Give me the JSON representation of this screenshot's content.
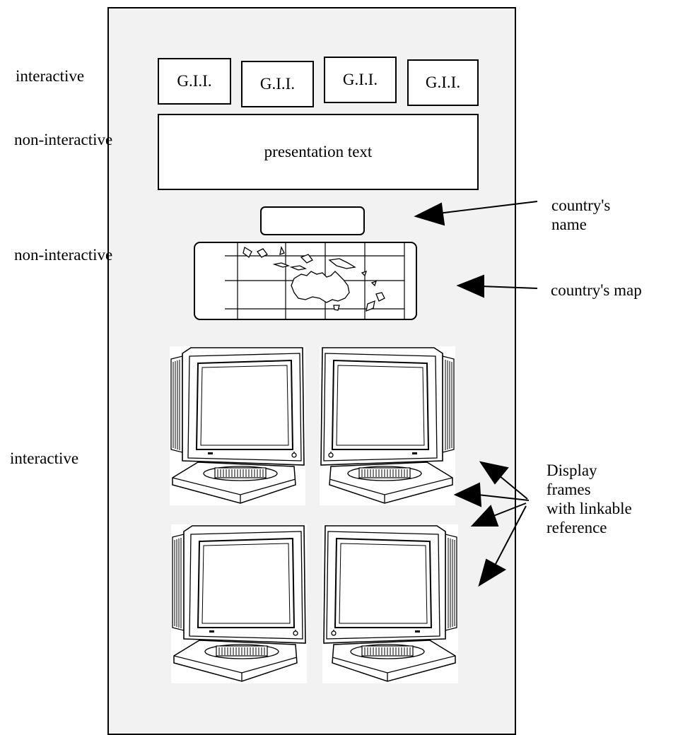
{
  "side_labels": {
    "top": "interactive",
    "presentation": "non-interactive",
    "map": "non-interactive",
    "monitors": "interactive"
  },
  "gii_buttons": [
    "G.I.I.",
    "G.I.I.",
    "G.I.I.",
    "G.I.I."
  ],
  "presentation_text": "presentation text",
  "annotations": {
    "name_line1": "country's",
    "name_line2": "name",
    "map": "country's map",
    "frames_line1": "Display",
    "frames_line2": "frames",
    "frames_line3": "with linkable",
    "frames_line4": "reference"
  },
  "icons": {
    "map": "world-map-australia-icon",
    "display": "crt-monitor-icon",
    "pointer": "arrow-icon"
  }
}
